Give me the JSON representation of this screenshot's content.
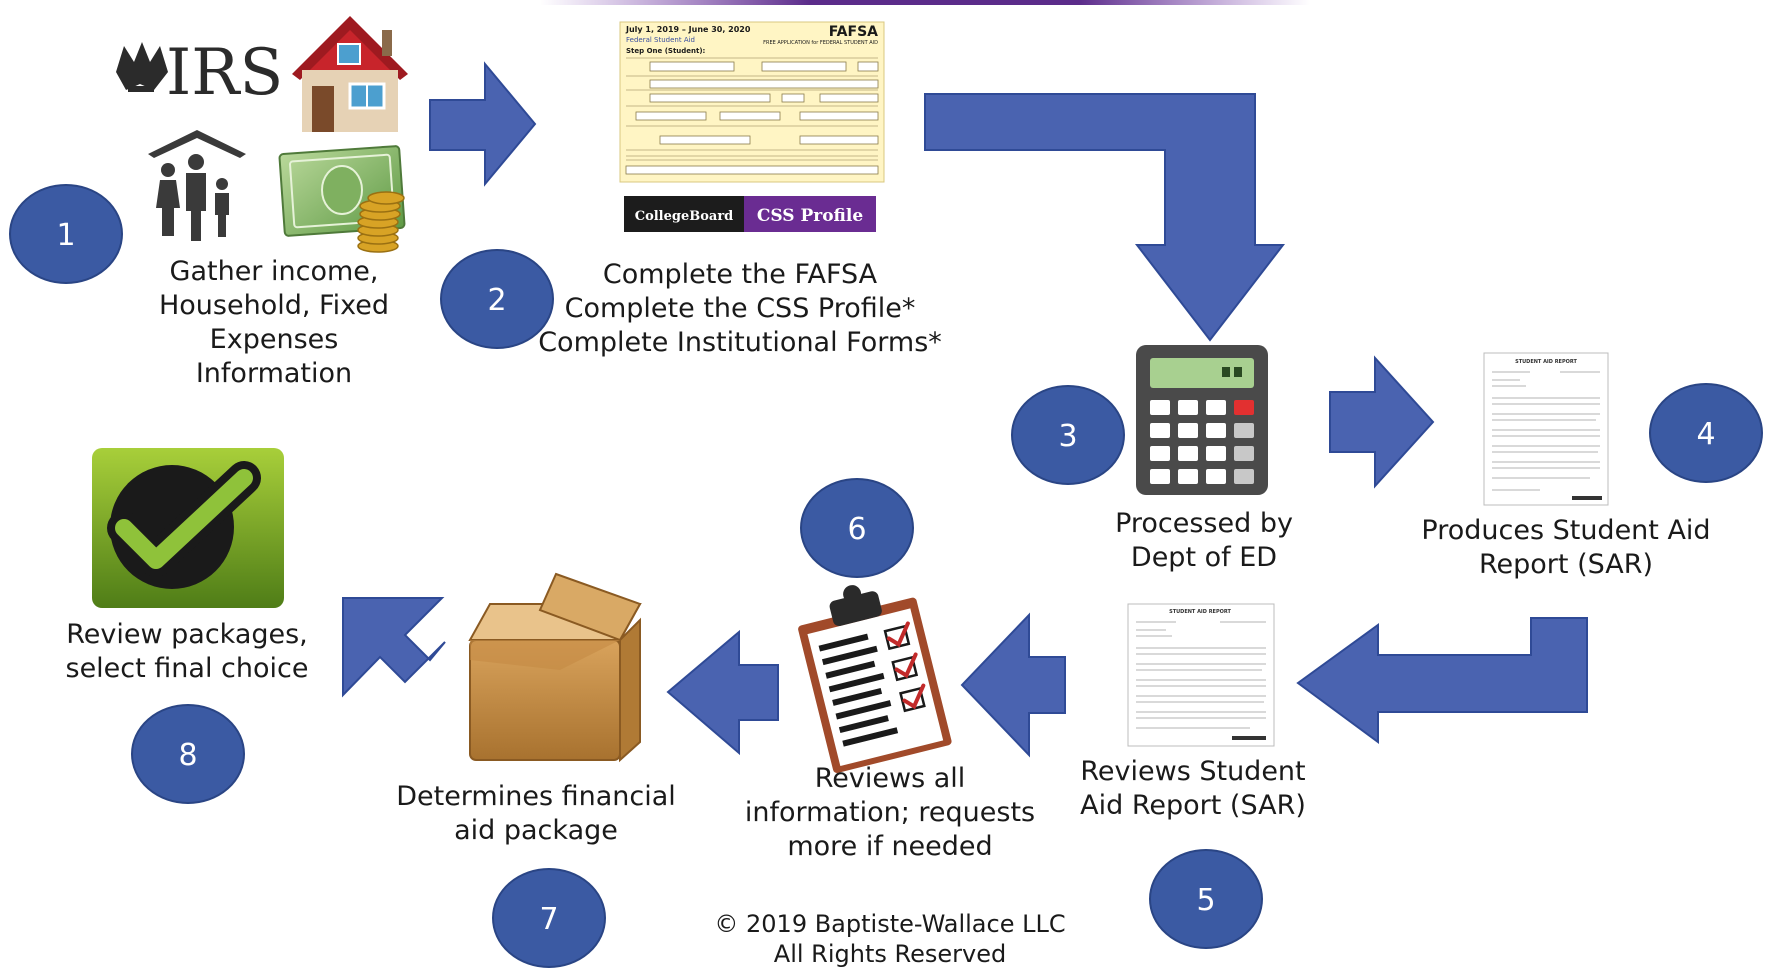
{
  "steps": [
    {
      "number": "1",
      "lines": [
        "Gather income,",
        "Household, Fixed",
        "Expenses",
        "Information"
      ]
    },
    {
      "number": "2",
      "lines": [
        "Complete the FAFSA",
        "Complete the CSS Profile*",
        "Complete Institutional Forms*"
      ]
    },
    {
      "number": "3",
      "lines": [
        "Processed by",
        "Dept of ED"
      ]
    },
    {
      "number": "4",
      "lines": [
        "Produces Student Aid",
        "Report (SAR)"
      ]
    },
    {
      "number": "5",
      "lines": [
        "Reviews Student",
        "Aid Report (SAR)"
      ]
    },
    {
      "number": "6",
      "lines": [
        "Reviews all",
        "information; requests",
        "more if needed"
      ]
    },
    {
      "number": "7",
      "lines": [
        "Determines financial",
        "aid package"
      ]
    },
    {
      "number": "8",
      "lines": [
        "Review packages,",
        "select final choice"
      ]
    }
  ],
  "images": {
    "irs_logo": "IRS",
    "fafsa_form": {
      "dates": "July 1, 2019 – June 30, 2020",
      "brand": "Federal Student Aid",
      "title": "FAFSA",
      "subtitle": "FREE APPLICATION for FEDERAL STUDENT AID",
      "step": "Step One (Student):"
    },
    "css_banner": {
      "left": "CollegeBoard",
      "right": "CSS Profile"
    },
    "sar_doc": {
      "title": "STUDENT AID REPORT"
    }
  },
  "footer": {
    "line1": "© 2019 Baptiste-Wallace LLC",
    "line2": "All Rights Reserved"
  },
  "colors": {
    "circle": "#3b5aa3",
    "circle_stroke": "#2a4585",
    "arrow": "#4a63b0",
    "arrow_stroke": "#2f4a96",
    "top_bar": "#5b2c8a"
  }
}
